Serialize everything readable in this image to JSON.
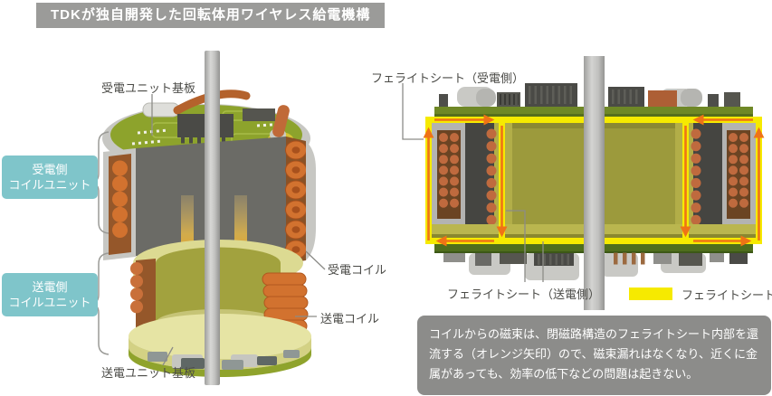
{
  "title": "TDKが独自開発した回転体用ワイヤレス給電機構",
  "left_diagram": {
    "labels": {
      "receive_board": "受電ユニット基板",
      "receive_unit_line1": "受電側",
      "receive_unit_line2": "コイルユニット",
      "transmit_unit_line1": "送電側",
      "transmit_unit_line2": "コイルユニット",
      "receive_coil": "受電コイル",
      "transmit_coil": "送電コイル",
      "transmit_board": "送電ユニット基板"
    }
  },
  "right_diagram": {
    "labels": {
      "ferrite_receive": "フェライトシート（受電側）",
      "ferrite_transmit": "フェライトシート（送電側）"
    },
    "legend": {
      "label": "フェライトシート",
      "swatch_color": "#f6ea00"
    }
  },
  "note": {
    "text": "コイルからの磁束は、閉磁路構造のフェライトシート内部を還流する（オレンジ矢印）ので、磁束漏れはなくなり、近くに金属があっても、効率の低下などの問題は起きない。"
  },
  "colors": {
    "banner_gray": "#9b9b99",
    "accent_teal": "#7fc5ca",
    "ferrite_yellow": "#f6ea00",
    "flux_arrow_orange": "#ef7316",
    "pcb_green": "#7d9226",
    "coil_orange": "#d2722f",
    "note_gray": "#8c8c8a"
  }
}
